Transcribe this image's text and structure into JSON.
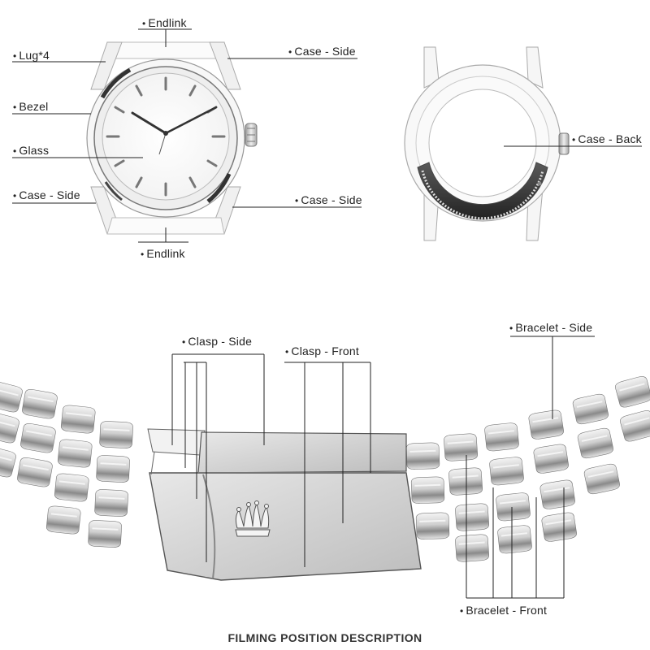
{
  "labels": {
    "endlink_top": "Endlink",
    "lug": "Lug*4",
    "case_side_front_right": "Case - Side",
    "bezel": "Bezel",
    "glass": "Glass",
    "case_side_front_left": "Case - Side",
    "case_side_front_lower_right": "Case - Side",
    "endlink_bottom": "Endlink",
    "case_back": "Case - Back",
    "clasp_side": "Clasp - Side",
    "clasp_front": "Clasp - Front",
    "bracelet_side": "Bracelet - Side",
    "bracelet_front": "Bracelet - Front"
  },
  "bullet": "•",
  "caption": "FILMING POSITION DESCRIPTION"
}
